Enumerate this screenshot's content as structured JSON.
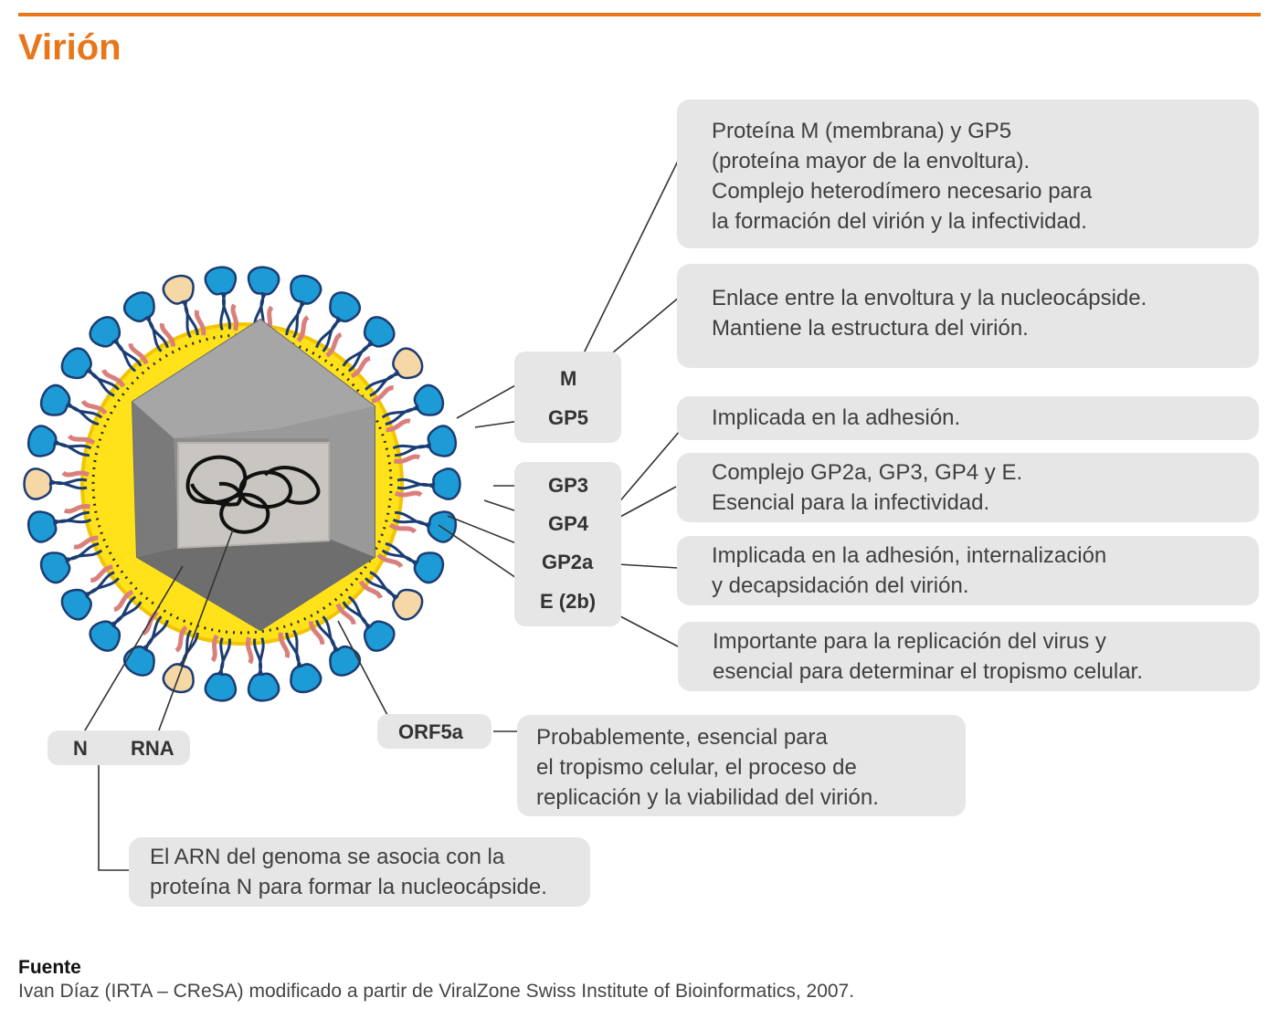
{
  "title": "Virión",
  "labels": {
    "m": "M",
    "gp5": "GP5",
    "gp3": "GP3",
    "gp4": "GP4",
    "gp2a": "GP2a",
    "e2b": "E (2b)",
    "orf5a": "ORF5a",
    "n": "N",
    "rna": "RNA"
  },
  "descriptions": [
    [
      "Proteína M (membrana) y GP5",
      "(proteína mayor de la envoltura).",
      "Complejo heterodímero necesario para",
      "la formación del virión y la infectividad."
    ],
    [
      "Enlace entre la envoltura y la nucleocápside.",
      "Mantiene la estructura del virión."
    ],
    [
      "Implicada en la adhesión."
    ],
    [
      "Complejo GP2a, GP3, GP4 y E.",
      "Esencial para la infectividad."
    ],
    [
      "Implicada en la adhesión, internalización",
      "y decapsidación del virión."
    ],
    [
      "Importante para la replicación del virus y",
      "esencial para determinar el tropismo celular."
    ],
    [
      "Probablemente, esencial para",
      "el tropismo celular, el proceso de",
      "replicación y la viabilidad del virión."
    ],
    [
      "El ARN del genoma se asocia con la",
      "proteína N para formar la nucleocápside."
    ]
  ],
  "source": {
    "heading": "Fuente",
    "text": "Ivan Díaz (IRTA – CReSA) modificado a partir de ViralZone Swiss Institute of Bioinformatics, 2007."
  },
  "colors": {
    "accent": "#e8771c",
    "envelope": "#ffe21a",
    "spike_blue": "#1d9bd6",
    "capsid": "#8a8a8a",
    "box": "#e6e6e6"
  }
}
